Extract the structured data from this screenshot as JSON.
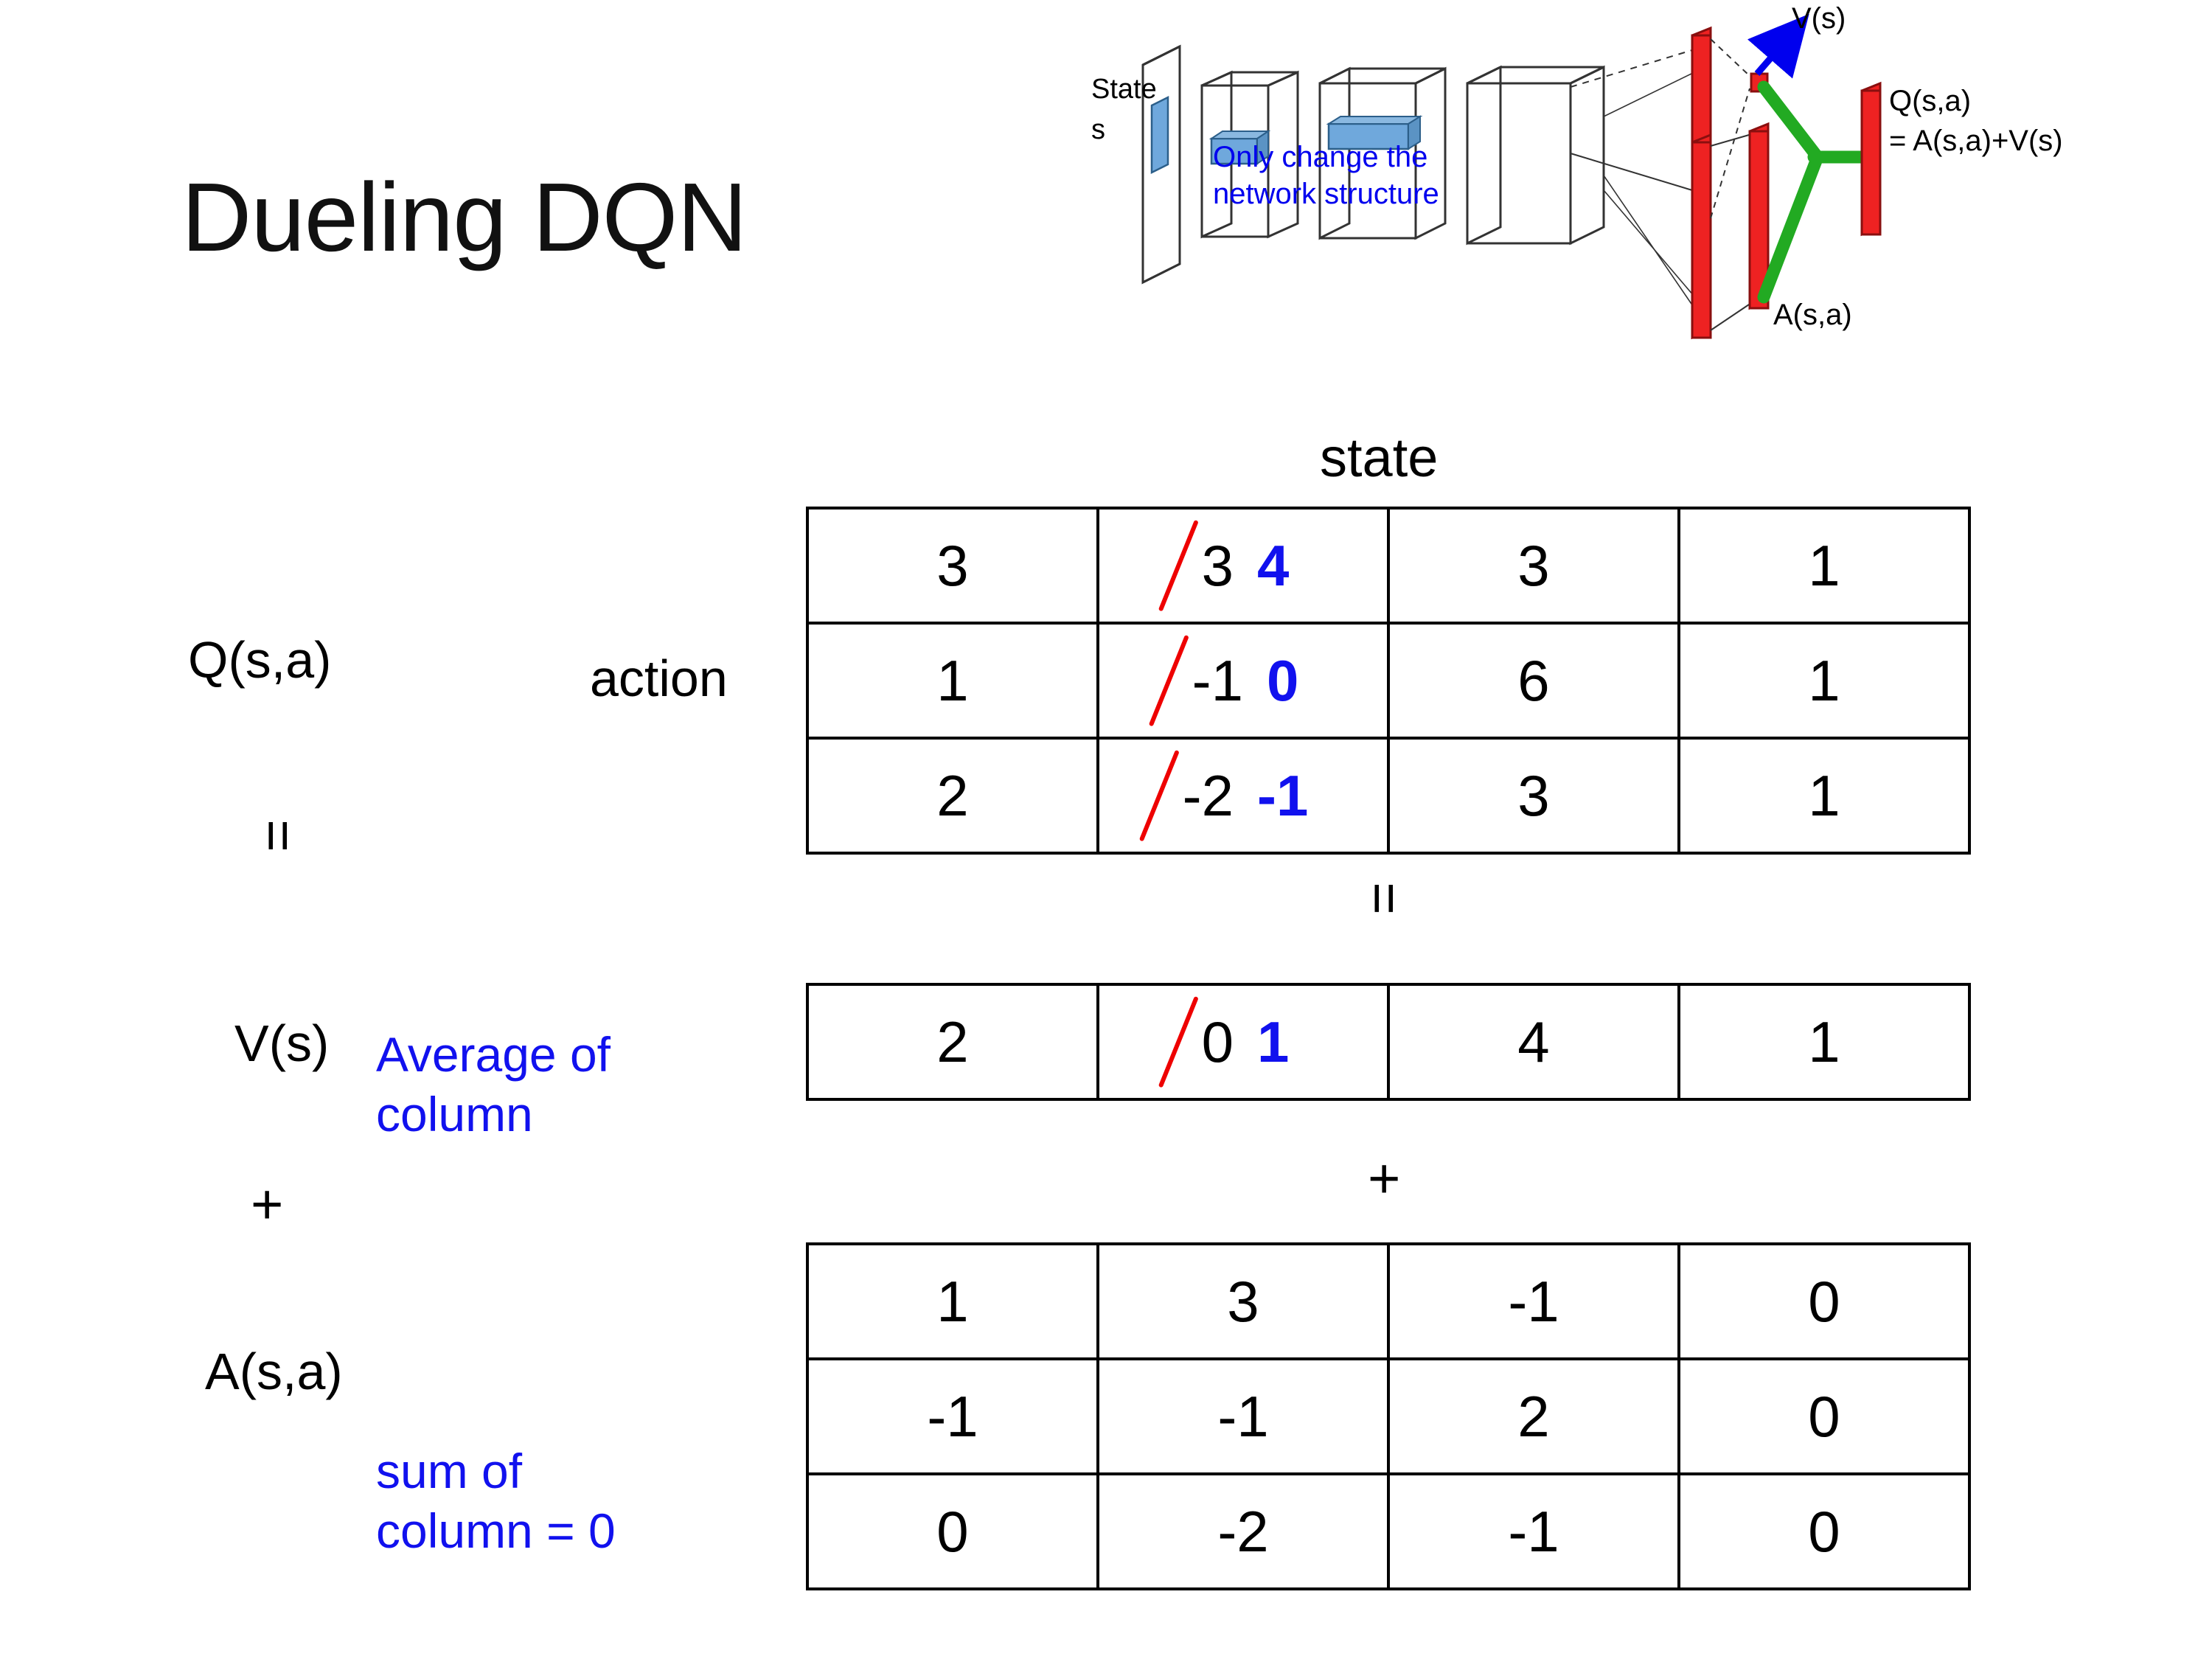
{
  "slide": {
    "title": "Dueling DQN"
  },
  "diagram": {
    "state_label_line1": "State",
    "state_label_line2": "s",
    "note_line1": "Only change the",
    "note_line2": "network structure",
    "value_out_label": "V(s)",
    "advantage_out_label": "A(s,a)",
    "q_out_label_line1": "Q(s,a)",
    "q_out_label_line2": "= A(s,a)+V(s)",
    "colors": {
      "note": "#0000ee",
      "arrow": "#0000ee",
      "bars": "#ee2222",
      "merge": "#22aa22",
      "conv": "#6fa8dc"
    }
  },
  "labels": {
    "state": "state",
    "action": "action",
    "q": "Q(s,a)",
    "v": "V(s)",
    "a": "A(s,a)",
    "average_note_line1": "Average of",
    "average_note_line2": "column",
    "sum_note_line1": "sum of",
    "sum_note_line2": "column = 0",
    "equals": "=",
    "plus": "+"
  },
  "colors": {
    "old_value": "#000000",
    "strike": "#ee0000",
    "new_value": "#1111ee",
    "note": "#1111ee"
  },
  "chart_data": {
    "type": "table",
    "title": "Dueling DQN value decomposition",
    "q_table": {
      "name": "Q(s,a)",
      "row_axis": "action",
      "col_axis": "state",
      "rows": [
        [
          {
            "old": "3"
          },
          {
            "old": "3",
            "new": "4",
            "struck": true
          },
          {
            "old": "3"
          },
          {
            "old": "1"
          }
        ],
        [
          {
            "old": "1"
          },
          {
            "old": "-1",
            "new": "0",
            "struck": true
          },
          {
            "old": "6"
          },
          {
            "old": "1"
          }
        ],
        [
          {
            "old": "2"
          },
          {
            "old": "-2",
            "new": "-1",
            "struck": true
          },
          {
            "old": "3"
          },
          {
            "old": "1"
          }
        ]
      ]
    },
    "v_table": {
      "name": "V(s)",
      "rows": [
        [
          {
            "old": "2"
          },
          {
            "old": "0",
            "new": "1",
            "struck": true
          },
          {
            "old": "4"
          },
          {
            "old": "1"
          }
        ]
      ]
    },
    "a_table": {
      "name": "A(s,a)",
      "rows": [
        [
          {
            "old": "1"
          },
          {
            "old": "3"
          },
          {
            "old": "-1"
          },
          {
            "old": "0"
          }
        ],
        [
          {
            "old": "-1"
          },
          {
            "old": "-1"
          },
          {
            "old": "2"
          },
          {
            "old": "0"
          }
        ],
        [
          {
            "old": "0"
          },
          {
            "old": "-2"
          },
          {
            "old": "-1"
          },
          {
            "old": "0"
          }
        ]
      ]
    }
  }
}
